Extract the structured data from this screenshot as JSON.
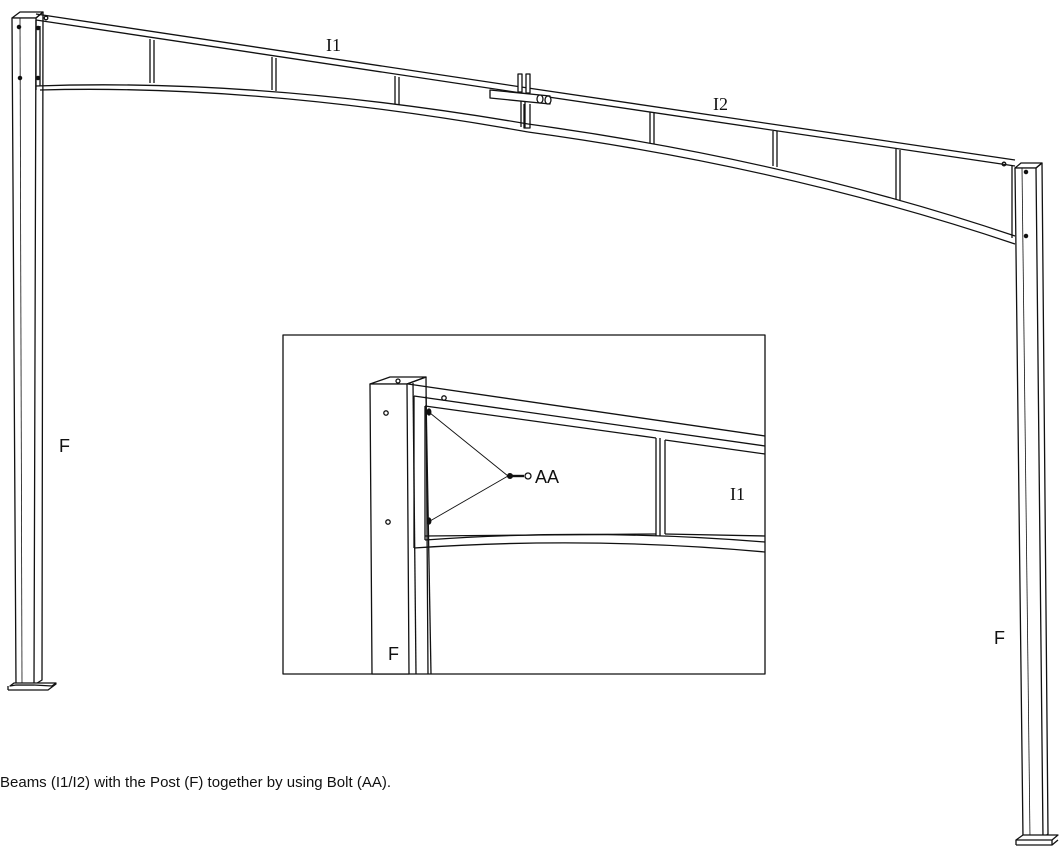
{
  "labels": {
    "beam_left": "I1",
    "beam_right": "I2",
    "post_left": "F",
    "post_right": "F",
    "inset_post": "F",
    "inset_bolt": "AA",
    "inset_beam": "I1"
  },
  "caption": "Beams (I1/I2) with the Post (F) together by using Bolt (AA)."
}
